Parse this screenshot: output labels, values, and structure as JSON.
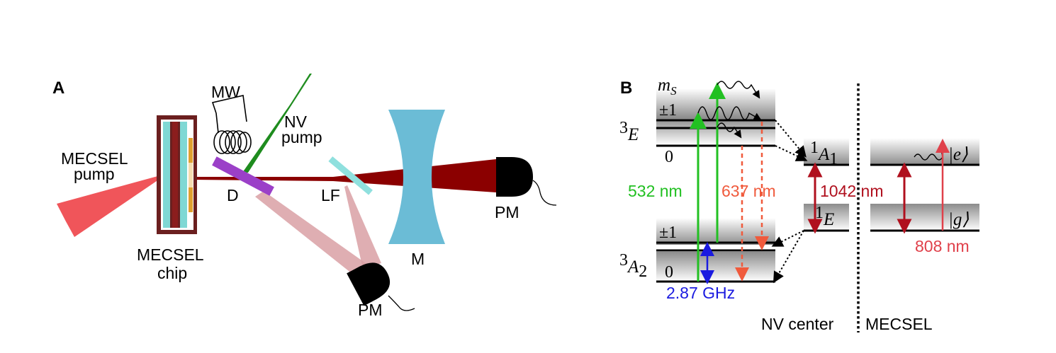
{
  "panels": {
    "a": "A",
    "b": "B"
  },
  "setup": {
    "mw": "MW",
    "nv_pump_line1": "NV",
    "nv_pump_line2": "pump",
    "mecsel_pump_line1": "MECSEL",
    "mecsel_pump_line2": "pump",
    "mecsel_chip_line1": "MECSEL",
    "mecsel_chip_line2": "chip",
    "dichroic": "D",
    "long_filter": "LF",
    "mirror": "M",
    "detector": "PM"
  },
  "levels": {
    "ms": "m",
    "ms_sub": "S",
    "pm1": "±1",
    "zero": "0",
    "excited_sup": "3",
    "excited": "E",
    "ground_sup": "3",
    "ground_main": "A",
    "ground_sub": "2",
    "singlet_sup": "1",
    "singlet_a_main": "A",
    "singlet_a_sub": "1",
    "singlet_e": "E",
    "ket_e": "|e⟩",
    "ket_g": "|g⟩"
  },
  "transitions": {
    "green": "532 nm",
    "red_emission": "637 nm",
    "ir": "1042 nm",
    "pump_808": "808 nm",
    "microwave": "2.87 GHz"
  },
  "sections": {
    "nv": "NV center",
    "mecsel": "MECSEL"
  },
  "colors": {
    "laser_red": "#8b0000",
    "pump_pink": "#f0555a",
    "nv_green": "#1e8c1e",
    "green_arrow": "#22c022",
    "emission_orange": "#f05a3c",
    "microwave_blue": "#1a1ae0",
    "mirror_blue": "#6bbcd6",
    "dichroic_purple": "#9b40c8",
    "filter_cyan": "#8fe0de",
    "ir_red": "#b0101e"
  }
}
